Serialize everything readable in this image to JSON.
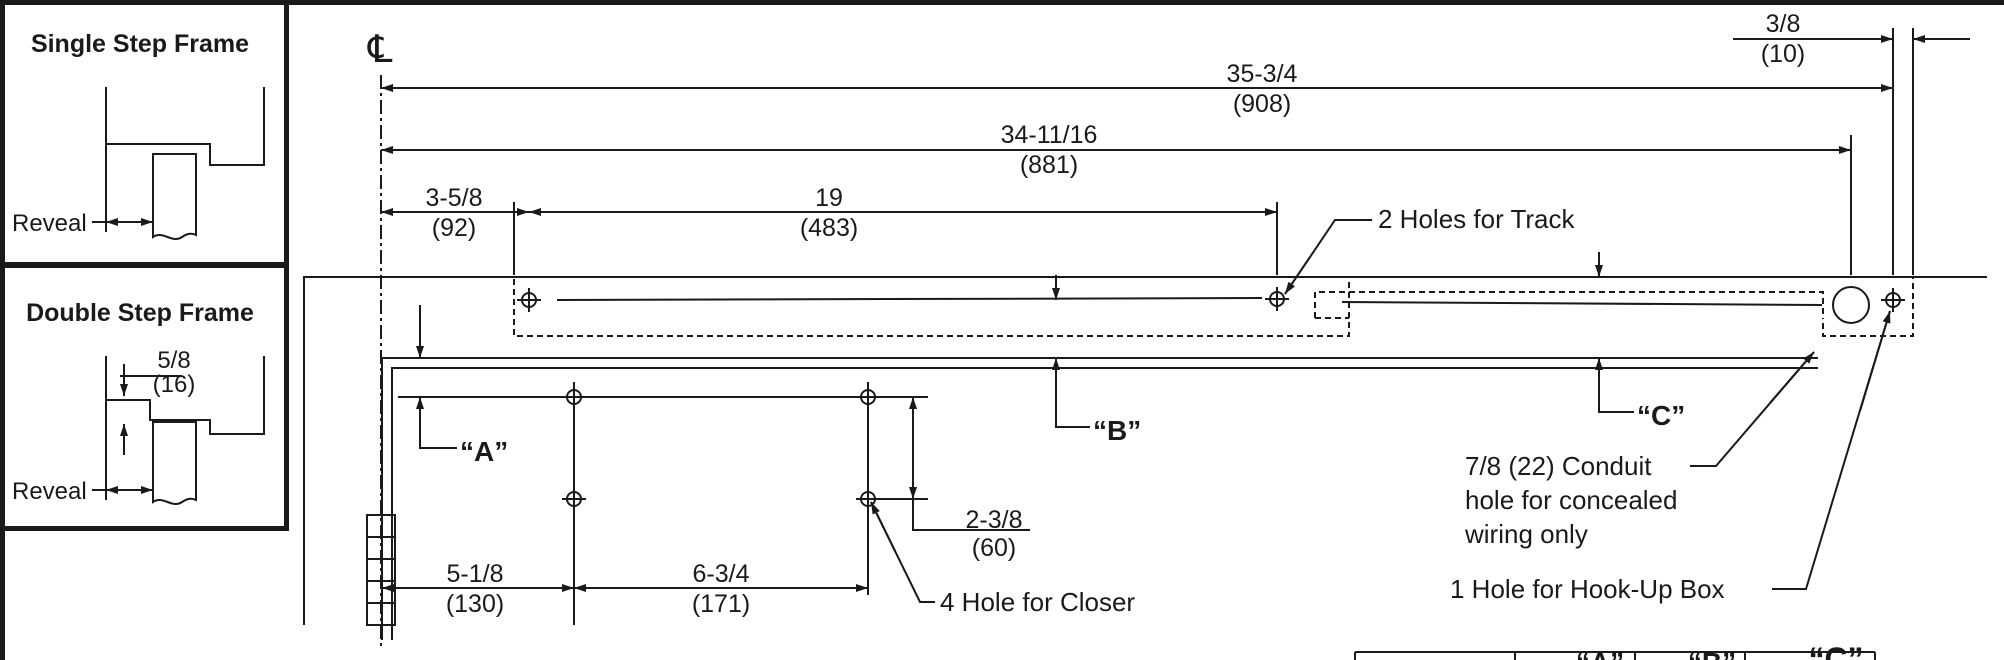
{
  "single_step_panel": {
    "title": "Single Step Frame",
    "reveal_label": "Reveal"
  },
  "double_step_panel": {
    "title": "Double Step Frame",
    "step_dim_imperial": "5/8",
    "step_dim_metric": "(16)",
    "reveal_label": "Reveal"
  },
  "centerline_symbol": "℄",
  "dimensions": {
    "right_offset": {
      "imperial": "3/8",
      "metric": "(10)"
    },
    "overall": {
      "imperial": "35-3/4",
      "metric": "(908)"
    },
    "track_span": {
      "imperial": "34-11/16",
      "metric": "(881)"
    },
    "track_start": {
      "imperial": "3-5/8",
      "metric": "(92)"
    },
    "track_holes": {
      "imperial": "19",
      "metric": "(483)"
    },
    "closer_vertical": {
      "imperial": "2-3/8",
      "metric": "(60)"
    },
    "closer_start": {
      "imperial": "5-1/8",
      "metric": "(130)"
    },
    "closer_holes": {
      "imperial": "6-3/4",
      "metric": "(171)"
    }
  },
  "callouts": {
    "track_holes": "2 Holes for Track",
    "closer_holes": "4 Hole for Closer",
    "conduit_line1": "7/8 (22) Conduit",
    "conduit_line2": "hole for concealed",
    "conduit_line3": "wiring only",
    "hookup_box": "1 Hole for Hook-Up Box"
  },
  "references": {
    "a": "“A”",
    "b": "“B”",
    "c": "“C”"
  },
  "table_partial_headers": {
    "a": "“A”",
    "b": "“B”",
    "c": "“C”"
  }
}
